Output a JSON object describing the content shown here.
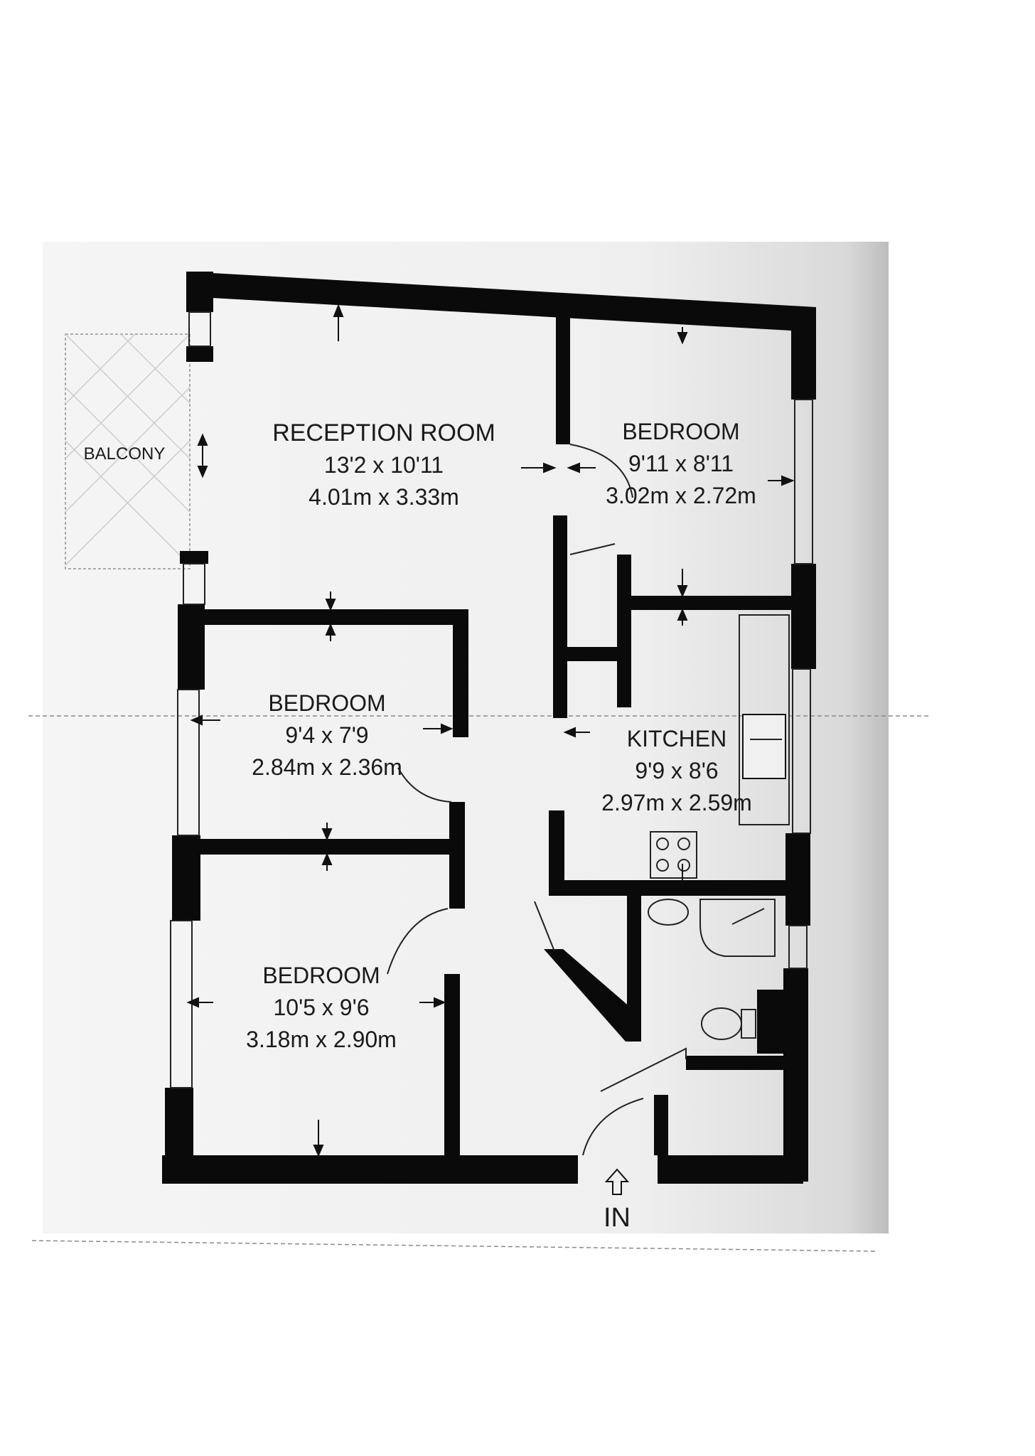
{
  "balcony": {
    "label": "BALCONY"
  },
  "reception": {
    "name": "RECEPTION ROOM",
    "imperial": "13'2 x 10'11",
    "metric": "4.01m x 3.33m"
  },
  "bedroom_top_right": {
    "name": "BEDROOM",
    "imperial": "9'11 x 8'11",
    "metric": "3.02m x 2.72m"
  },
  "bedroom_middle": {
    "name": "BEDROOM",
    "imperial": "9'4 x 7'9",
    "metric": "2.84m x 2.36m"
  },
  "bedroom_bottom": {
    "name": "BEDROOM",
    "imperial": "10'5 x 9'6",
    "metric": "3.18m x 2.90m"
  },
  "kitchen": {
    "name": "KITCHEN",
    "imperial": "9'9 x 8'6",
    "metric": "2.97m x 2.59m"
  },
  "entrance": {
    "label": "IN"
  }
}
